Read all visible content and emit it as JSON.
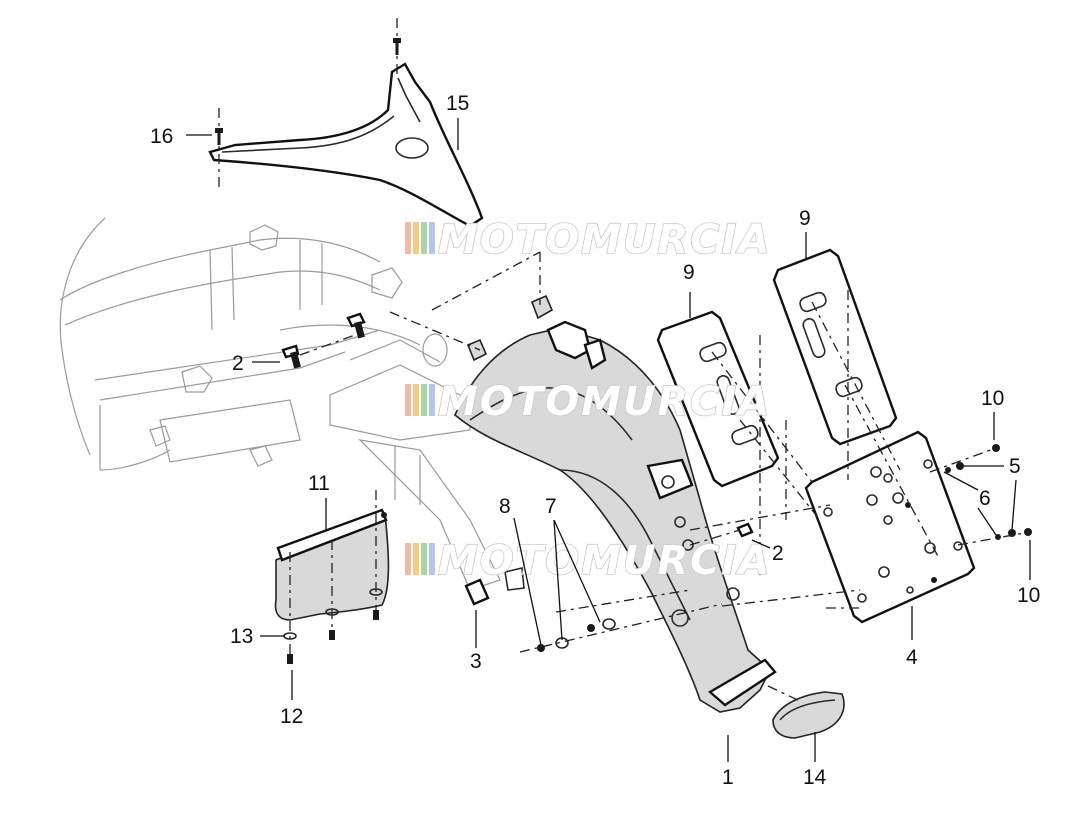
{
  "diagram": {
    "watermark": "MOTOMURCIA",
    "labels": [
      {
        "id": "label-1",
        "text": "1"
      },
      {
        "id": "label-2a",
        "text": "2"
      },
      {
        "id": "label-2b",
        "text": "2"
      },
      {
        "id": "label-3",
        "text": "3"
      },
      {
        "id": "label-4",
        "text": "4"
      },
      {
        "id": "label-5",
        "text": "5"
      },
      {
        "id": "label-6",
        "text": "6"
      },
      {
        "id": "label-7",
        "text": "7"
      },
      {
        "id": "label-8",
        "text": "8"
      },
      {
        "id": "label-9a",
        "text": "9"
      },
      {
        "id": "label-9b",
        "text": "9"
      },
      {
        "id": "label-10a",
        "text": "10"
      },
      {
        "id": "label-10b",
        "text": "10"
      },
      {
        "id": "label-11",
        "text": "11"
      },
      {
        "id": "label-12",
        "text": "12"
      },
      {
        "id": "label-13",
        "text": "13"
      },
      {
        "id": "label-14",
        "text": "14"
      },
      {
        "id": "label-15",
        "text": "15"
      },
      {
        "id": "label-16",
        "text": "16"
      }
    ]
  }
}
